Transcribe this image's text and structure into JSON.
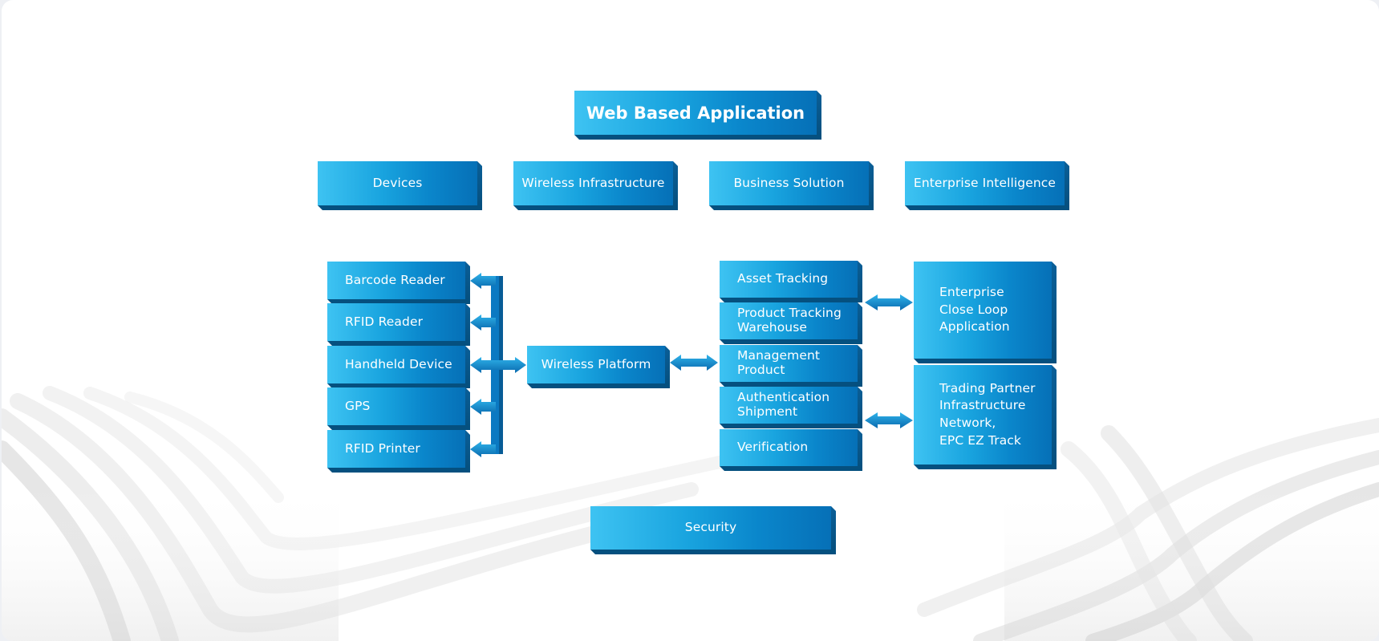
{
  "diagram": {
    "title": "Web Based Application",
    "categories": [
      "Devices",
      "Wireless Infrastructure",
      "Business Solution",
      "Enterprise Intelligence"
    ],
    "devices": [
      "Barcode Reader",
      "RFID Reader",
      "Handheld Device",
      "GPS",
      "RFID Printer"
    ],
    "wireless_platform": "Wireless Platform",
    "business_functions": [
      "Asset Tracking",
      "Product Tracking\nWarehouse",
      "Management\nProduct",
      "Authentication\nShipment",
      "Verification"
    ],
    "enterprise_apps": [
      "Enterprise\nClose Loop\nApplication",
      "Trading Partner\nInfrastructure\nNetwork,\nEPC EZ Track"
    ],
    "footer": "Security"
  },
  "colors": {
    "box_light": "#3ec3f2",
    "box_dark": "#0670b7",
    "bevel": "#05507f",
    "text": "#ffffff"
  }
}
